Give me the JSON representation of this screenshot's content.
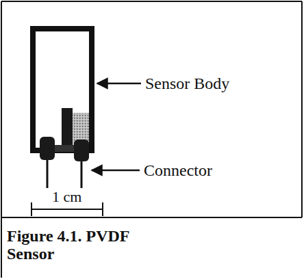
{
  "diagram": {
    "caption": "Figure 4.1. PVDF Sensor",
    "labels": [
      "Sensor Body",
      "Connector",
      "1 cm"
    ]
  }
}
